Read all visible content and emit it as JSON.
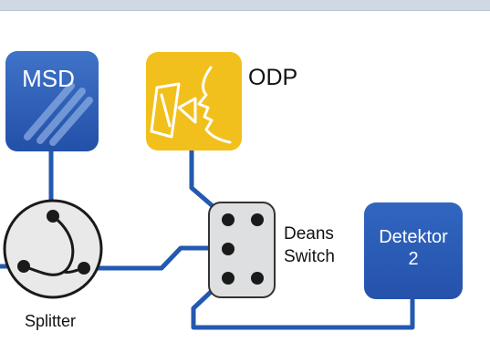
{
  "nodes": {
    "msd": {
      "label": "MSD"
    },
    "odp": {
      "label": "ODP"
    },
    "deans": {
      "line1": "Deans",
      "line2": "Switch"
    },
    "detector": {
      "line1": "Detektor",
      "line2": "2"
    },
    "splitter": {
      "label": "Splitter"
    }
  },
  "colors": {
    "blue_box": "#2a5db5",
    "blue_line": "#2359b0",
    "yellow_box": "#f2c01c",
    "switch_fill": "#dedfe1",
    "splitter_fill": "#e9e9ea",
    "dark": "#1a1a1a"
  }
}
